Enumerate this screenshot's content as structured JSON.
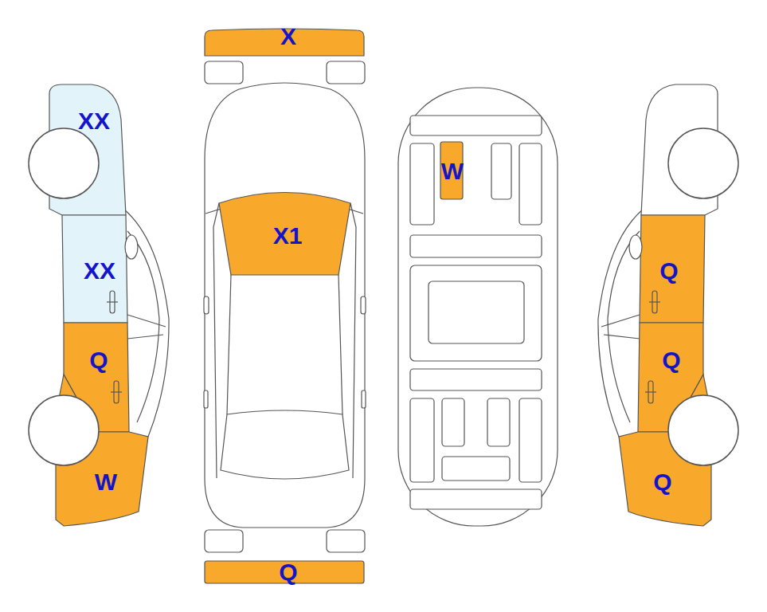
{
  "diagram": {
    "labels": [
      "X",
      "XX",
      "W",
      "X1",
      "XX",
      "Q",
      "Q",
      "Q",
      "Q",
      "W",
      "Q"
    ]
  }
}
